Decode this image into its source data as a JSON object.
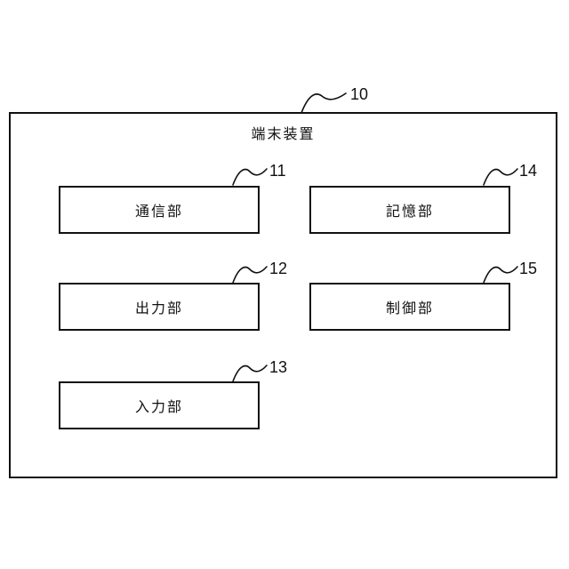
{
  "figure": {
    "title": "端末装置",
    "outer_ref": "10",
    "blocks": [
      {
        "ref": "11",
        "label": "通信部"
      },
      {
        "ref": "14",
        "label": "記憶部"
      },
      {
        "ref": "12",
        "label": "出力部"
      },
      {
        "ref": "15",
        "label": "制御部"
      },
      {
        "ref": "13",
        "label": "入力部"
      }
    ]
  }
}
